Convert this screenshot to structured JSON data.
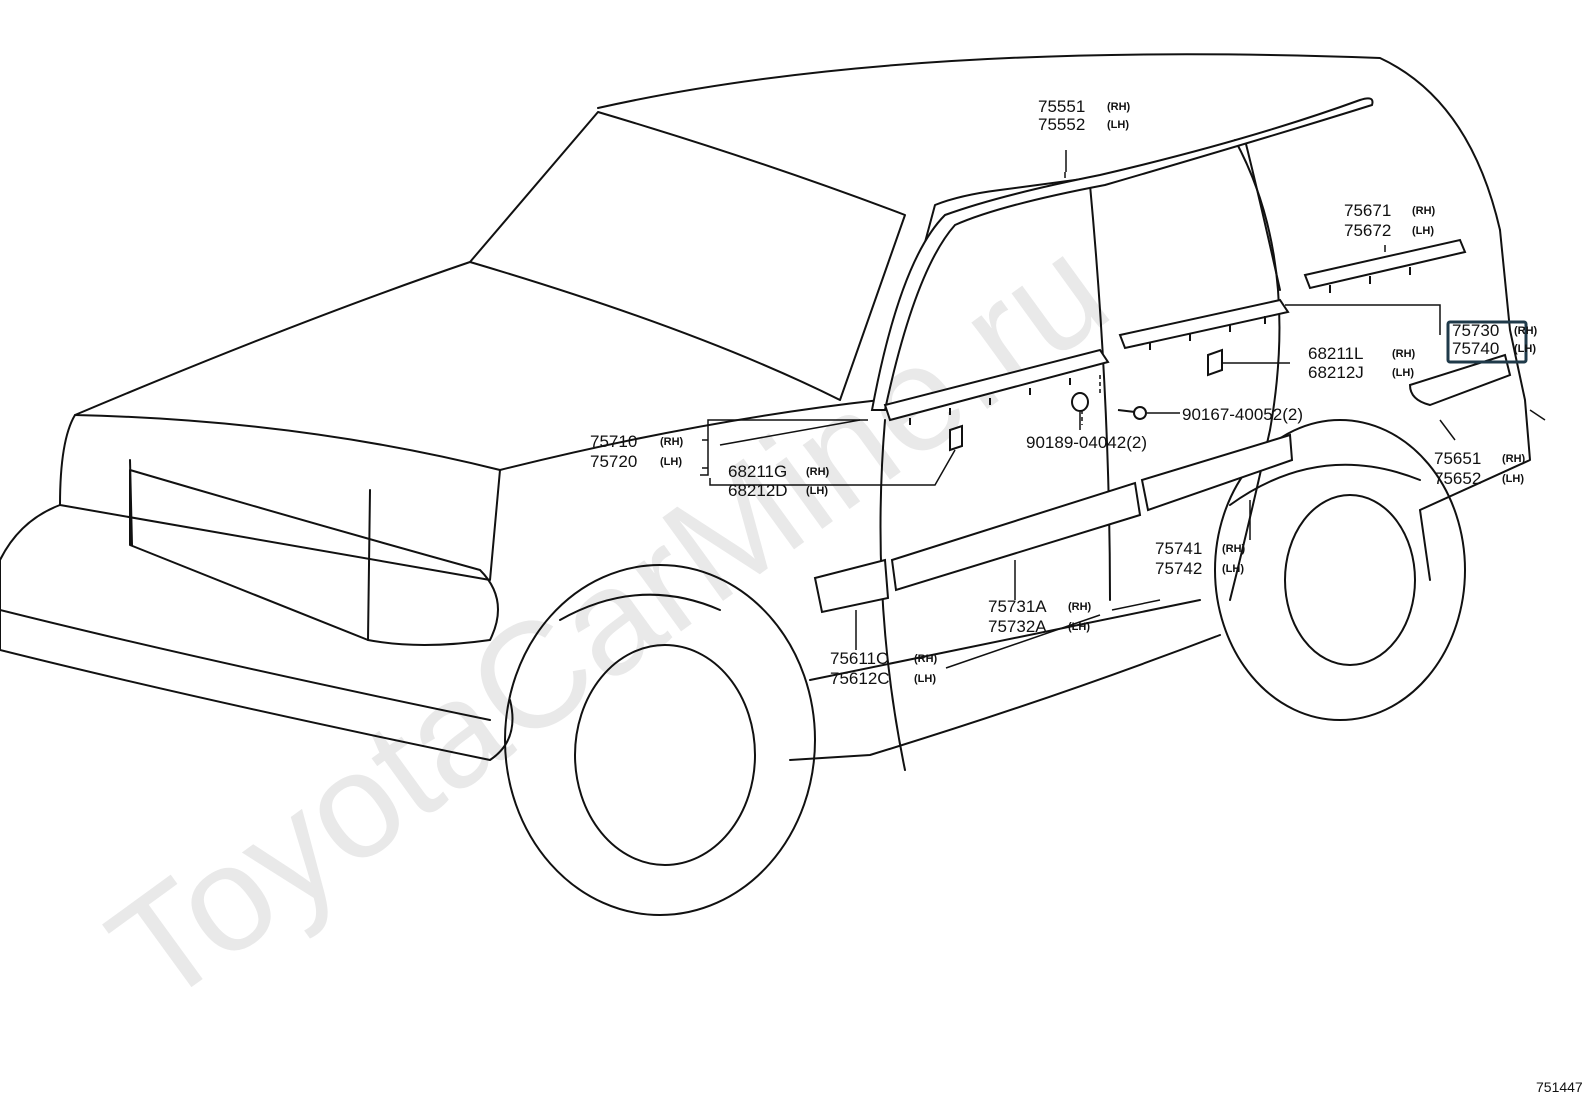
{
  "watermark": "ToyotaCarMine.ru",
  "diagram_code": "751447",
  "highlight_color": "#1f3a4a",
  "callouts": [
    {
      "id": "roof-rail",
      "part": "75551",
      "side": "(RH)"
    },
    {
      "id": "roof-rail",
      "part": "75552",
      "side": "(LH)"
    },
    {
      "id": "quarter-top",
      "part": "75671",
      "side": "(RH)"
    },
    {
      "id": "quarter-top",
      "part": "75672",
      "side": "(LH)"
    },
    {
      "id": "rear-belt",
      "part": "75730",
      "side": "(RH)"
    },
    {
      "id": "rear-belt",
      "part": "75740",
      "side": "(LH)"
    },
    {
      "id": "rear-clip",
      "part": "68211L",
      "side": "(RH)"
    },
    {
      "id": "rear-clip",
      "part": "68212J",
      "side": "(LH)"
    },
    {
      "id": "screw",
      "part": "90167-40052(2)",
      "side": ""
    },
    {
      "id": "nut",
      "part": "90189-04042(2)",
      "side": ""
    },
    {
      "id": "front-belt",
      "part": "75710",
      "side": "(RH)"
    },
    {
      "id": "front-belt",
      "part": "75720",
      "side": "(LH)"
    },
    {
      "id": "front-clip",
      "part": "68211G",
      "side": "(RH)"
    },
    {
      "id": "front-clip",
      "part": "68212D",
      "side": "(LH)"
    },
    {
      "id": "rear-fender",
      "part": "75651",
      "side": "(RH)"
    },
    {
      "id": "rear-fender",
      "part": "75652",
      "side": "(LH)"
    },
    {
      "id": "rear-door-side",
      "part": "75741",
      "side": "(RH)"
    },
    {
      "id": "rear-door-side",
      "part": "75742",
      "side": "(LH)"
    },
    {
      "id": "front-door-side",
      "part": "75731A",
      "side": "(RH)"
    },
    {
      "id": "front-door-side",
      "part": "75732A",
      "side": "(LH)"
    },
    {
      "id": "front-fender",
      "part": "75611C",
      "side": "(RH)"
    },
    {
      "id": "front-fender",
      "part": "75612C",
      "side": "(LH)"
    }
  ]
}
